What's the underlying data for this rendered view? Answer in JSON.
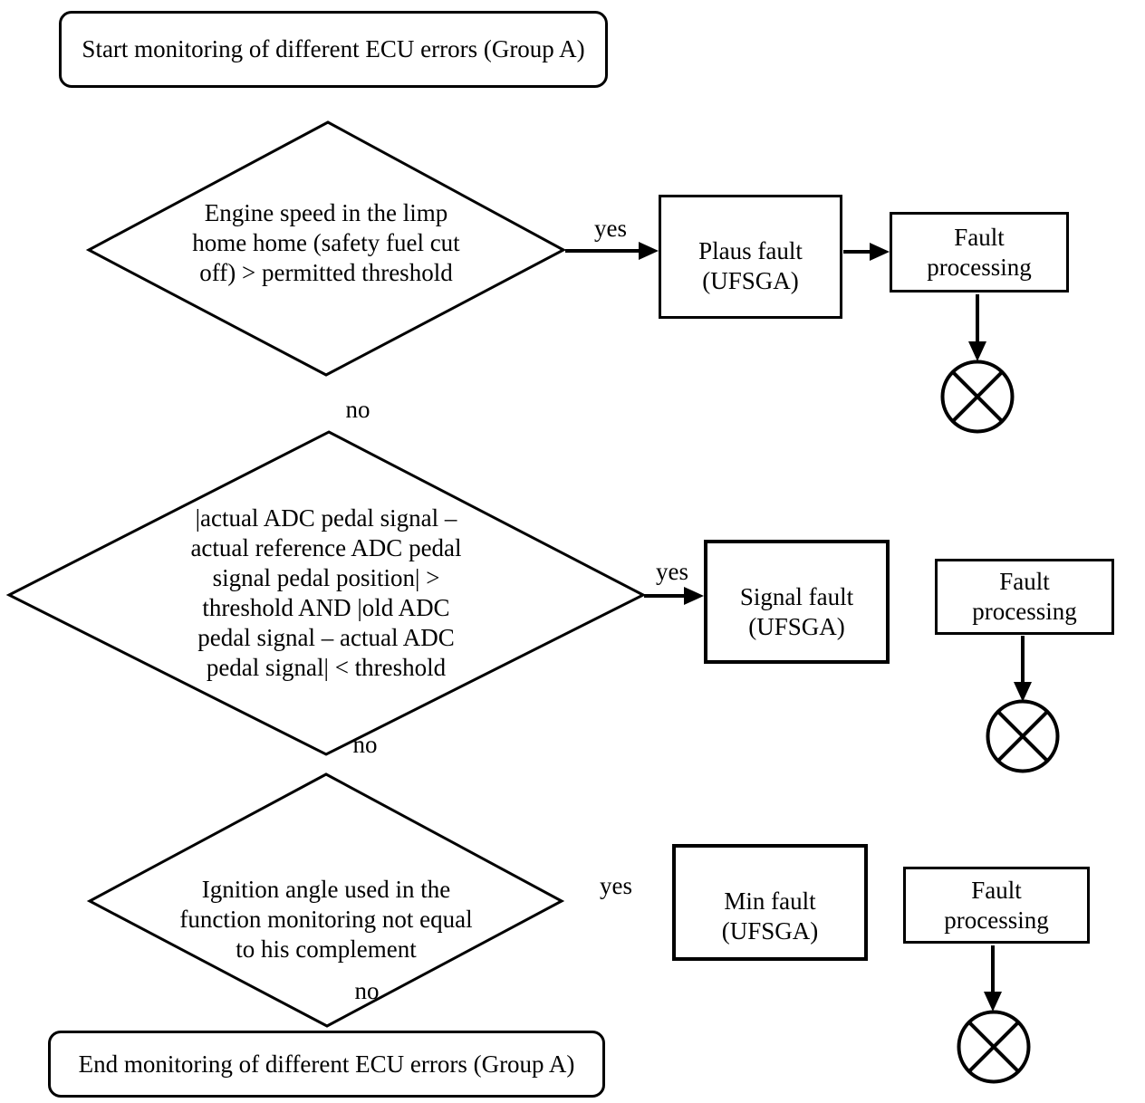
{
  "flowchart": {
    "start_label": "Start monitoring of different ECU errors (Group A)",
    "end_label": "End monitoring of different ECU errors (Group A)",
    "decision1": {
      "text": "Engine speed in the limp\nhome home (safety fuel cut\noff) > permitted threshold",
      "yes_label": "yes",
      "no_label": "no"
    },
    "decision2": {
      "text": "|actual ADC pedal signal –\nactual reference ADC pedal\nsignal pedal position| >\nthreshold AND |old ADC\npedal signal – actual ADC\npedal signal| < threshold",
      "yes_label": "yes",
      "no_label": "no"
    },
    "decision3": {
      "text": "Ignition angle used in the\nfunction monitoring not equal\nto his complement",
      "yes_label": "yes",
      "no_label": "no"
    },
    "fault1": {
      "text": "Plaus fault\n(UFSGA)"
    },
    "fault2": {
      "text": "Signal fault\n(UFSGA)"
    },
    "fault3": {
      "text": "Min fault\n(UFSGA)"
    },
    "process1": {
      "text": "Fault\nprocessing"
    },
    "process2": {
      "text": "Fault\nprocessing"
    },
    "process3": {
      "text": "Fault\nprocessing"
    },
    "colors": {
      "stroke": "#000000",
      "background": "#ffffff"
    }
  }
}
